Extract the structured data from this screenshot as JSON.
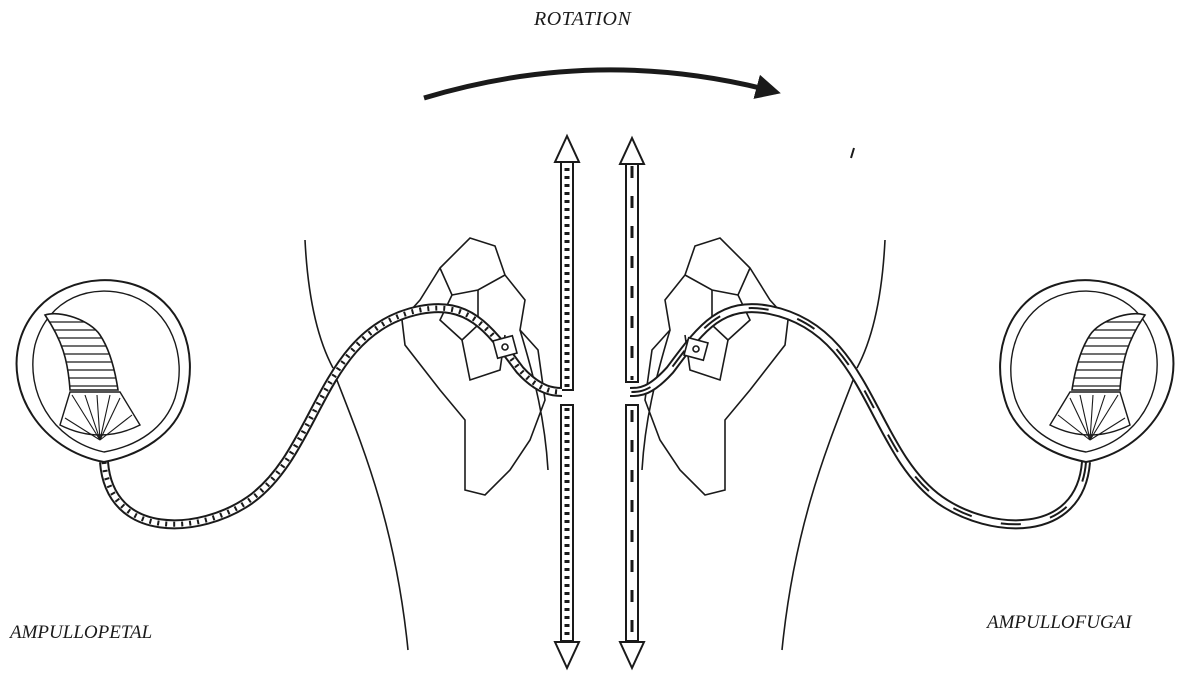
{
  "labels": {
    "rotation": "ROTATION",
    "left": "AMPULLOPETAL",
    "right": "AMPULLOFUGAI"
  },
  "colors": {
    "ink": "#1a1a1a",
    "paper": "#ffffff"
  }
}
